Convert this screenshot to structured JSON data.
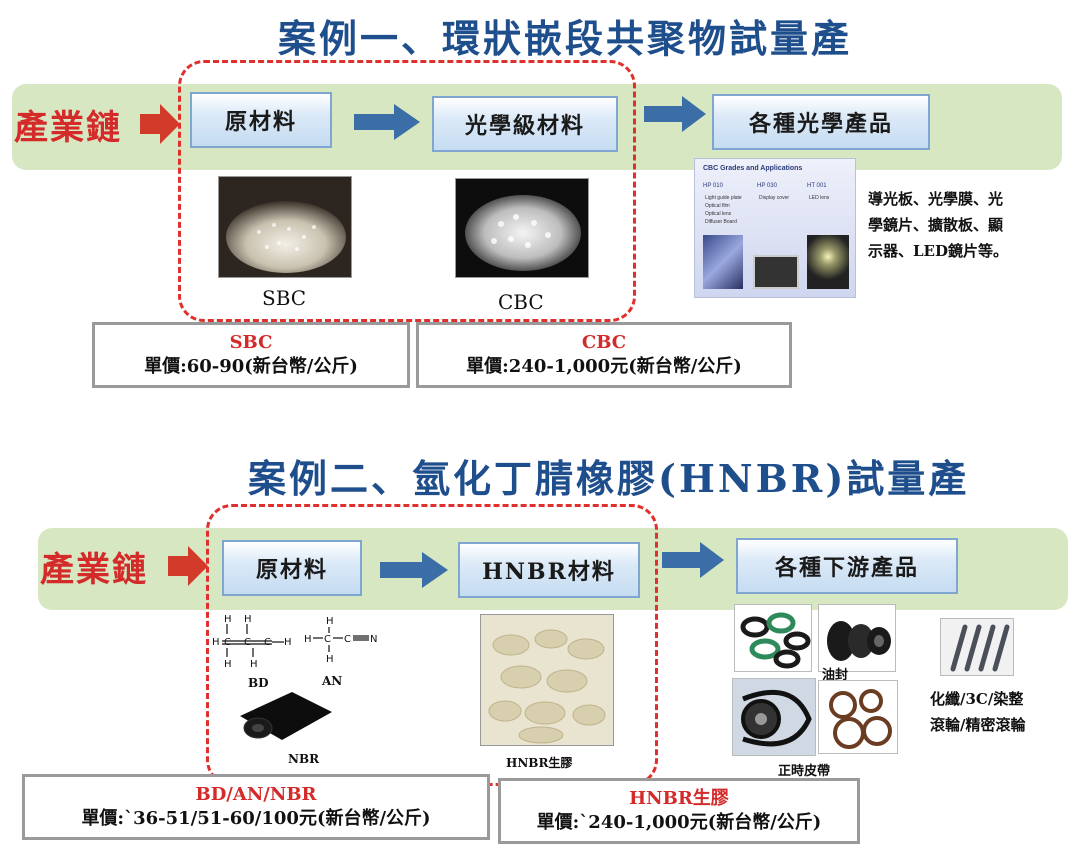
{
  "case1": {
    "title": "案例一、環狀嵌段共聚物試量產",
    "chain_label": "產業鏈",
    "box_raw": "原材料",
    "box_mid": "光學級材料",
    "box_product": "各種光學產品",
    "cap_sbc": "SBC",
    "cap_cbc": "CBC",
    "products_desc": "導光板、光學膜、光學鏡片、擴散板、顯示器、LED鏡片等。",
    "inset": {
      "title": "CBC Grades and Applications",
      "cols": [
        "HP 010",
        "HP 030",
        "HT 001"
      ],
      "col1_items": [
        "Light guide plate",
        "Optical film",
        "Optical lens",
        "Diffuser Board"
      ],
      "col2_items": [
        "Display cover"
      ],
      "col3_items": [
        "LED lens"
      ]
    },
    "price_sbc_name": "SBC",
    "price_sbc_value": "單價:60-90(新台幣/公斤)",
    "price_cbc_name": "CBC",
    "price_cbc_value": "單價:240-1,000元(新台幣/公斤)"
  },
  "case2": {
    "title": "案例二、氫化丁腈橡膠(HNBR)試量產",
    "chain_label": "產業鏈",
    "box_raw": "原材料",
    "box_mid": "HNBR材料",
    "box_product": "各種下游產品",
    "label_bd": "BD",
    "label_an": "AN",
    "label_nbr": "NBR",
    "cap_hnbr": "HNBR生膠",
    "label_oilseal": "油封",
    "label_belt": "正時皮帶",
    "roller_desc_1": "化纖/3C/染整",
    "roller_desc_2": "滾輪/精密滾輪",
    "price_raw_name": "BD/AN/NBR",
    "price_raw_value": "單價:`36-51/51-60/100元(新台幣/公斤)",
    "price_hnbr_name": "HNBR生膠",
    "price_hnbr_value": "單價:`240-1,000元(新台幣/公斤)"
  }
}
